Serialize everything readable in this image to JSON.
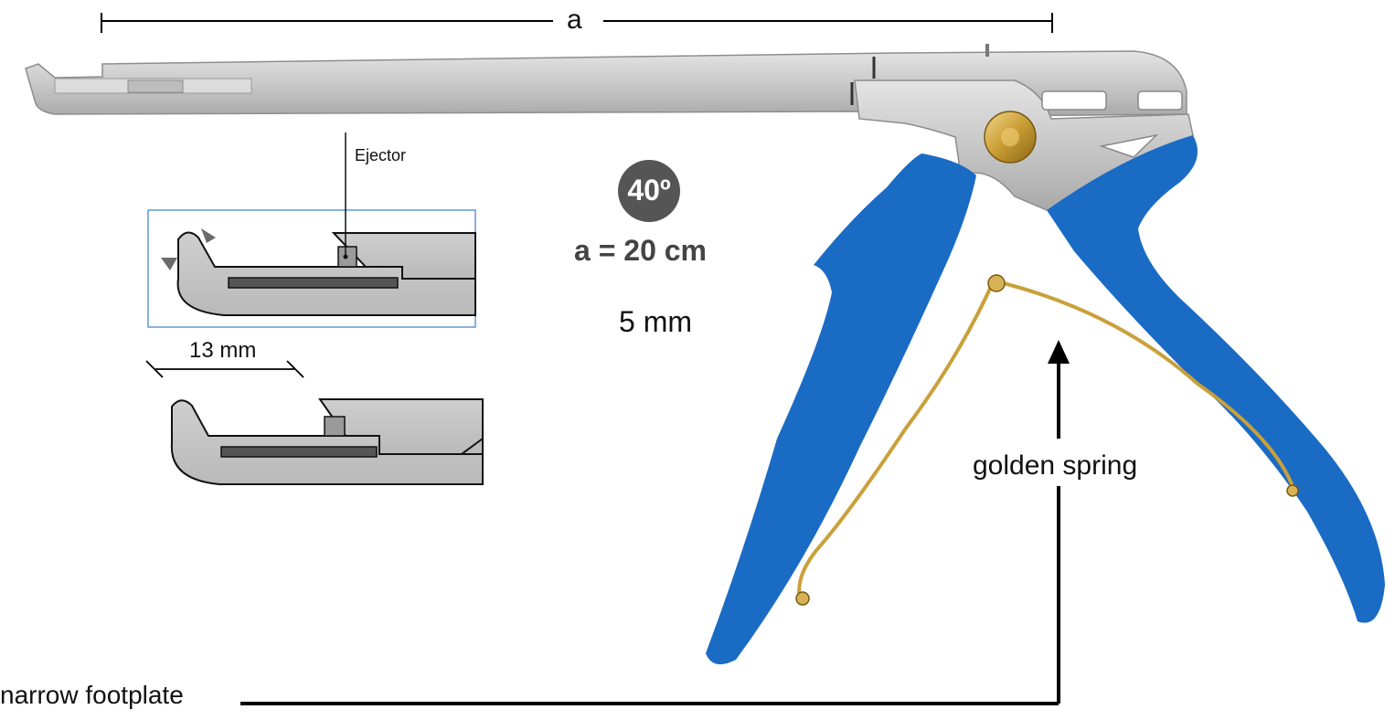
{
  "labels": {
    "dimension_a": "a",
    "ejector": "Ejector",
    "tip_length": "13 mm",
    "angle": "40º",
    "length_a": "a = 20 cm",
    "bite_size": "5 mm",
    "golden_spring": "golden spring",
    "narrow_footplate": "narrow footplate"
  },
  "colors": {
    "handle_blue": "#1a6bc4",
    "steel": "#c9c9c9",
    "steel_dark": "#9a9a9a",
    "brass": "#c9a03a",
    "badge": "#555555",
    "line": "#000000"
  },
  "icons": {
    "arrow_up": "arrow-up-icon",
    "angle_badge": "angle-badge"
  }
}
